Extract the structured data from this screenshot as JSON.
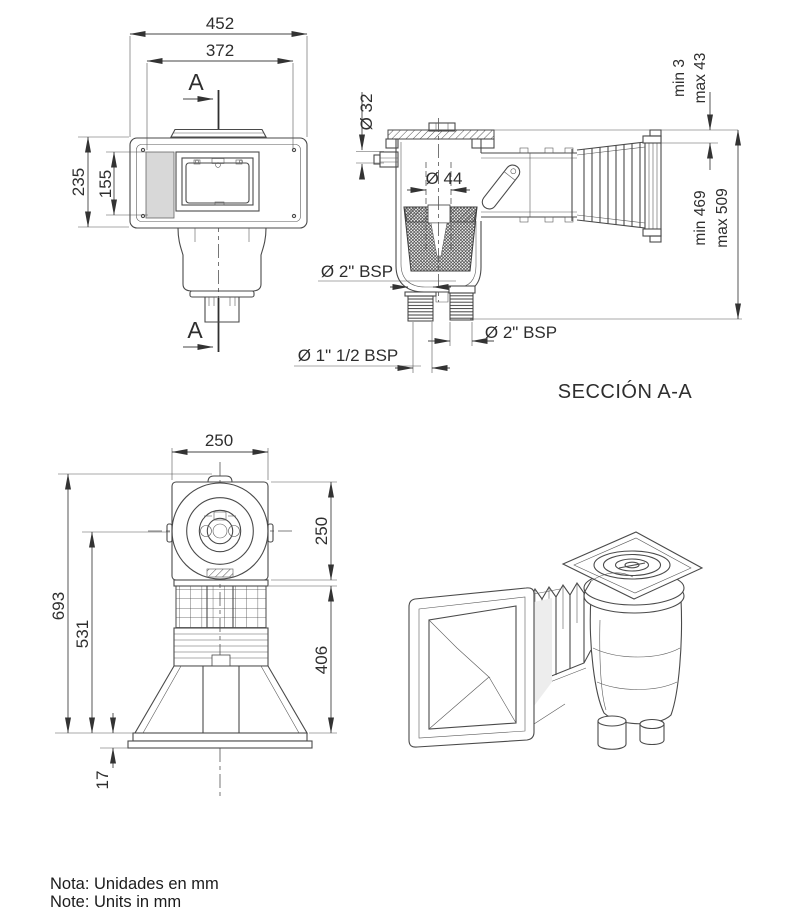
{
  "drawing": {
    "front_view": {
      "dim_outer_width": "452",
      "dim_inner_width": "372",
      "dim_outer_height": "235",
      "dim_inner_height": "155",
      "cut_label_top": "A",
      "cut_label_bottom": "A"
    },
    "section_view": {
      "title": "SECCIÓN A-A",
      "dim_inlet": "Ø 32",
      "dim_throat": "Ø 44",
      "lip_min": "min 3",
      "lip_max": "max 43",
      "depth_min": "min 469",
      "depth_max": "max 509",
      "outlet_upper": "Ø 2\" BSP",
      "outlet_side": "Ø 2\" BSP",
      "outlet_lower": "Ø 1\" 1/2 BSP"
    },
    "elevation_view": {
      "dim_lid_width": "250",
      "dim_lid_depth": "250",
      "dim_total_height": "693",
      "dim_mid_height": "531",
      "dim_lower_height": "406",
      "dim_flange_height": "17"
    },
    "notes": {
      "spanish": "Nota: Unidades en mm",
      "english": "Note: Units in mm"
    }
  }
}
